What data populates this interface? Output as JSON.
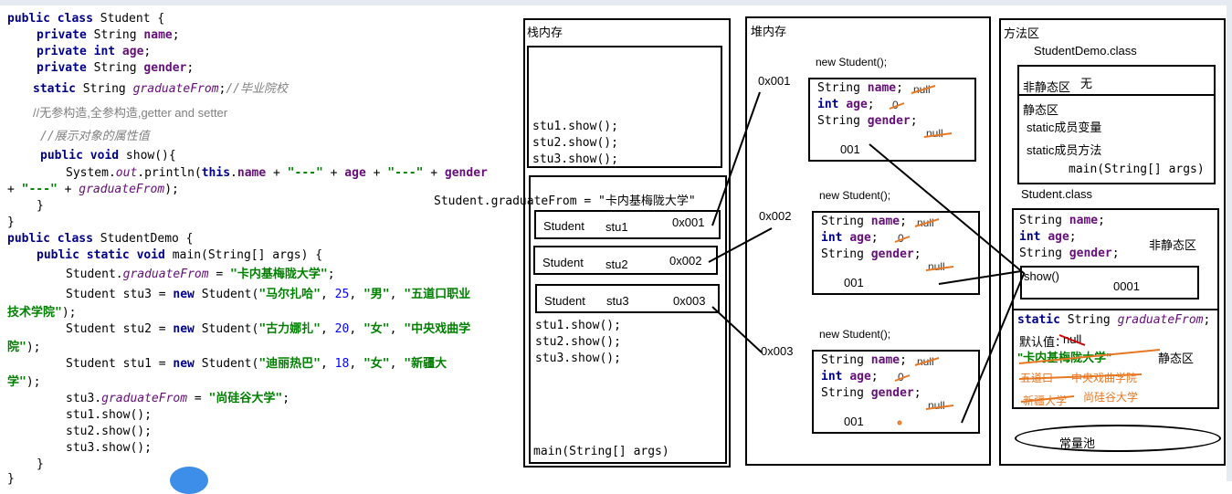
{
  "code": {
    "lines": [
      "public class Student {",
      "private String name;",
      "private int age;",
      "private String gender;",
      "static String graduateFrom;//毕业院校",
      "//无参构造,全参构造,getter and setter",
      "//展示对象的属性值",
      "public void show(){",
      "System.out.println(this.name + \"---\" + age + \"---\" + gender",
      "+ \"---\" + graduateFrom);",
      "}",
      "}",
      "public class StudentDemo {",
      "public static void main(String[] args) {",
      "Student.graduateFrom = \"卡内基梅陇大学\";",
      "Student stu3 = new Student(\"马尔扎哈\", 25, \"男\", \"五道口职业",
      "技术学院\");",
      "Student stu2 = new Student(\"古力娜扎\", 20, \"女\", \"中央戏曲学",
      "院\");",
      "Student stu1 = new Student(\"迪丽热巴\", 18, \"女\", \"新疆大",
      "学\");",
      "stu3.graduateFrom = \"尚硅谷大学\";",
      "stu1.show();",
      "stu2.show();",
      "stu3.show();",
      "}",
      "}"
    ]
  },
  "stack": {
    "title": "栈内存",
    "top_calls": [
      "stu1.show();",
      "stu2.show();",
      "stu3.show();"
    ],
    "static_assign": "Student.graduateFrom = \"卡内基梅陇大学\"",
    "vars": [
      {
        "type": "Student",
        "name": "stu1",
        "addr": "0x001"
      },
      {
        "type": "Student",
        "name": "stu2",
        "addr": "0x002"
      },
      {
        "type": "Student",
        "name": "stu3",
        "addr": "0x003"
      }
    ],
    "main_calls": [
      "stu1.show();",
      "stu2.show();",
      "stu3.show();"
    ],
    "main_sig": "main(String[] args)"
  },
  "heap": {
    "title": "堆内存",
    "objects": [
      {
        "addr": "0x001",
        "ctor": "new Student();",
        "f1": "String name;",
        "f2": "int age;",
        "f3": "String gender;",
        "null1": "null",
        "zero": "0",
        "null2": "null",
        "ref": "001"
      },
      {
        "addr": "0x002",
        "ctor": "new Student();",
        "f1": "String name;",
        "f2": "int age;",
        "f3": "String gender;",
        "null1": "null",
        "zero": "0",
        "null2": "null",
        "ref": "001"
      },
      {
        "addr": "0x003",
        "ctor": "new Student();",
        "f1": "String name;",
        "f2": "int age;",
        "f3": "String gender;",
        "null1": "null",
        "zero": "0",
        "null2": "null",
        "ref": "001"
      }
    ]
  },
  "method_area": {
    "title": "方法区",
    "demo_class": "StudentDemo.class",
    "non_static_label": "非静态区",
    "non_static_value": "无",
    "static_label": "静态区",
    "static_var": "static成员变量",
    "static_method": "static成员方法",
    "main_sig": "main(String[] args)",
    "student_class": "Student.class",
    "fields": [
      "String name;",
      "int age;",
      "String gender;"
    ],
    "non_static_region": "非静态区",
    "show": "show()",
    "show_ref": "0001",
    "static_decl": "static String graduateFrom;",
    "default_label": "默认值：",
    "default_null": "null",
    "val1": "\"卡内基梅陇大学\"",
    "static_region": "静态区",
    "val2": "五道口",
    "val3": "中央戏曲学院",
    "val4": "新疆大学",
    "val5": "尚硅谷大学",
    "constant_pool": "常量池"
  }
}
